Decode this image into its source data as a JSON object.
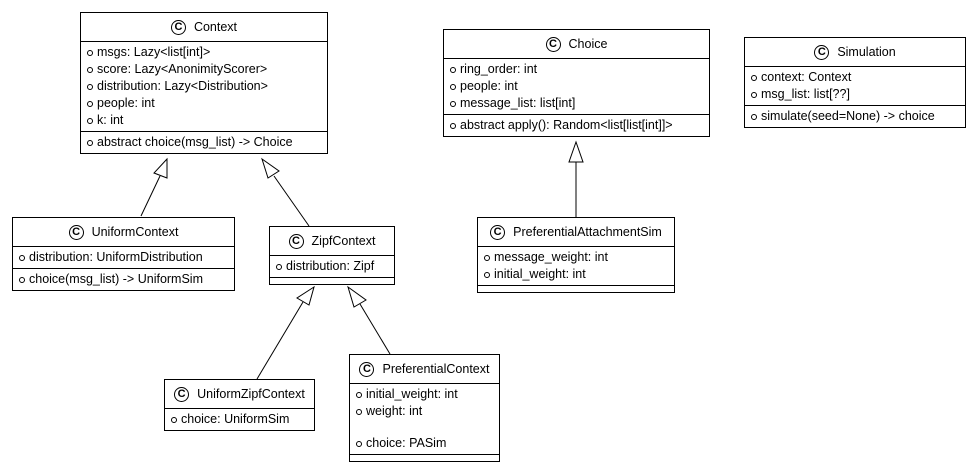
{
  "classes": {
    "context": {
      "name": "Context",
      "attributes": [
        "msgs: Lazy<list[int]>",
        "score: Lazy<AnonimityScorer>",
        "distribution: Lazy<Distribution>",
        "people: int",
        "k: int"
      ],
      "methods": [
        "abstract choice(msg_list) -> Choice"
      ]
    },
    "choice": {
      "name": "Choice",
      "attributes": [
        "ring_order: int",
        "people: int",
        "message_list: list[int]"
      ],
      "methods": [
        "abstract apply(): Random<list[list[int]]>"
      ]
    },
    "simulation": {
      "name": "Simulation",
      "attributes": [
        "context: Context",
        "msg_list: list[??]"
      ],
      "methods": [
        "simulate(seed=None) -> choice"
      ]
    },
    "uniform_context": {
      "name": "UniformContext",
      "attributes": [
        "distribution: UniformDistribution"
      ],
      "methods": [
        "choice(msg_list) -> UniformSim"
      ]
    },
    "zipf_context": {
      "name": "ZipfContext",
      "attributes": [
        "distribution: Zipf"
      ],
      "methods": []
    },
    "preferential_attachment_sim": {
      "name": "PreferentialAttachmentSim",
      "attributes": [
        "message_weight: int",
        "initial_weight: int"
      ],
      "methods": []
    },
    "uniform_zipf_context": {
      "name": "UniformZipfContext",
      "attributes": [
        "choice: UniformSim"
      ],
      "methods": null
    },
    "preferential_context": {
      "name": "PreferentialContext",
      "attributes": [
        "initial_weight: int",
        "weight: int"
      ],
      "methods_gap": [
        "choice: PASim"
      ],
      "methods": []
    }
  },
  "class_glyph": "C",
  "colors": {
    "line": "#000000",
    "fill": "#ffffff"
  },
  "relations": [
    {
      "type": "inheritance",
      "from": "uniform_context",
      "to": "context"
    },
    {
      "type": "inheritance",
      "from": "zipf_context",
      "to": "context"
    },
    {
      "type": "inheritance",
      "from": "preferential_attachment_sim",
      "to": "choice"
    },
    {
      "type": "inheritance",
      "from": "uniform_zipf_context",
      "to": "zipf_context"
    },
    {
      "type": "inheritance",
      "from": "preferential_context",
      "to": "zipf_context"
    }
  ]
}
